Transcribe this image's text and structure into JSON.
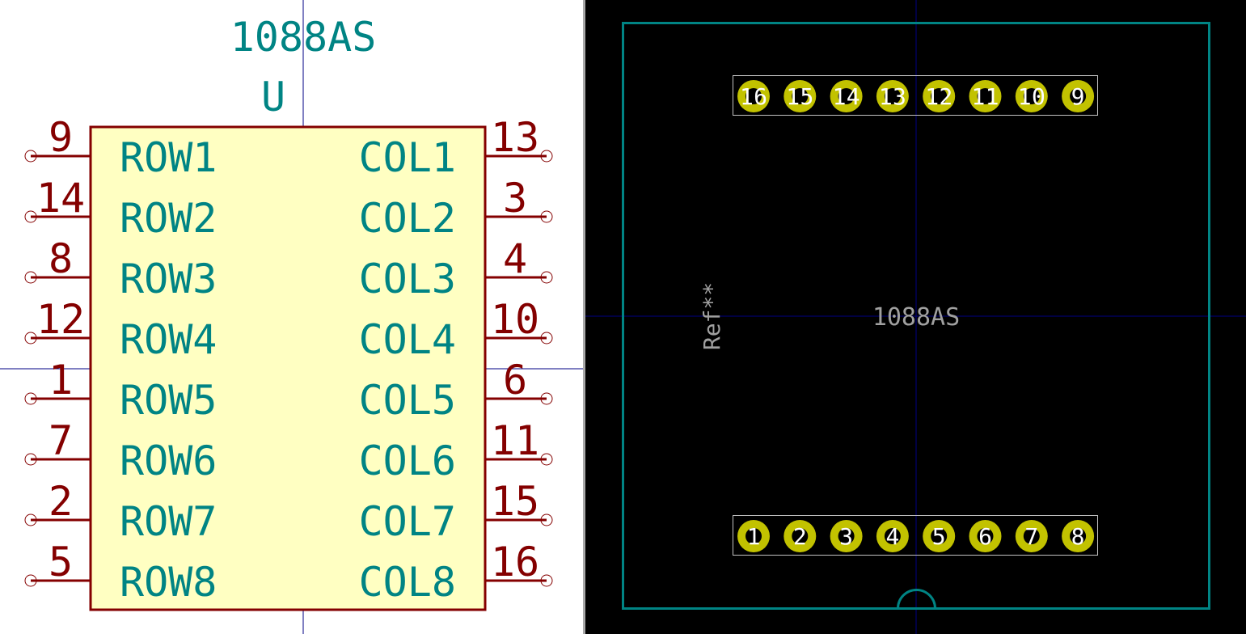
{
  "schematic": {
    "component_value": "1088AS",
    "component_reference": "U",
    "left_pins": [
      {
        "number": "9",
        "name": "ROW1"
      },
      {
        "number": "14",
        "name": "ROW2"
      },
      {
        "number": "8",
        "name": "ROW3"
      },
      {
        "number": "12",
        "name": "ROW4"
      },
      {
        "number": "1",
        "name": "ROW5"
      },
      {
        "number": "7",
        "name": "ROW6"
      },
      {
        "number": "2",
        "name": "ROW7"
      },
      {
        "number": "5",
        "name": "ROW8"
      }
    ],
    "right_pins": [
      {
        "number": "13",
        "name": "COL1"
      },
      {
        "number": "3",
        "name": "COL2"
      },
      {
        "number": "4",
        "name": "COL3"
      },
      {
        "number": "10",
        "name": "COL4"
      },
      {
        "number": "6",
        "name": "COL5"
      },
      {
        "number": "11",
        "name": "COL6"
      },
      {
        "number": "15",
        "name": "COL7"
      },
      {
        "number": "16",
        "name": "COL8"
      }
    ],
    "colors": {
      "background": "#ffffff",
      "body_fill": "#ffffc2",
      "body_stroke": "#840000",
      "pin_color": "#840000",
      "pin_name_color": "#008484",
      "field_color": "#008484",
      "crosshair": "#000084"
    }
  },
  "footprint": {
    "value": "1088AS",
    "reference": "Ref**",
    "top_row_pads": [
      "16",
      "15",
      "14",
      "13",
      "12",
      "11",
      "10",
      "9"
    ],
    "bottom_row_pads": [
      "1",
      "2",
      "3",
      "4",
      "5",
      "6",
      "7",
      "8"
    ],
    "colors": {
      "background": "#000000",
      "outline": "#008484",
      "pad": "#c2c200",
      "pad_label": "#ffffff",
      "silkscreen_box": "#c2c2c2",
      "text": "#a0a0a0",
      "crosshair": "#000084"
    }
  }
}
